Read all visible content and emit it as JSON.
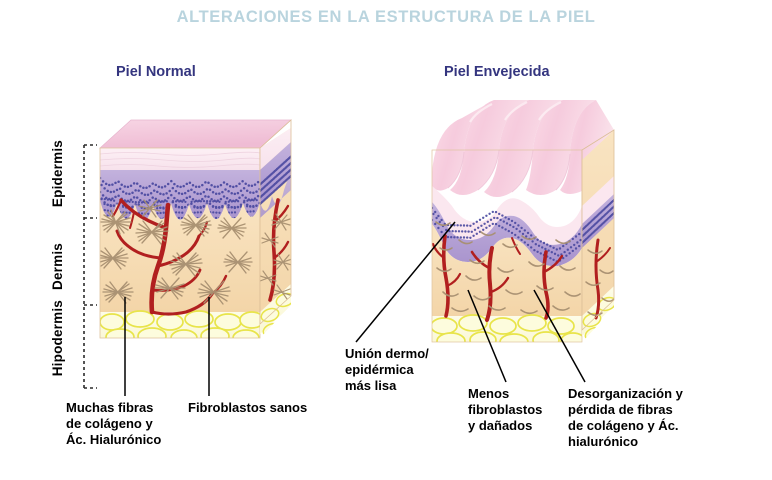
{
  "title": "ALTERACIONES EN LA ESTRUCTURA DE LA PIEL",
  "panels": {
    "normal": {
      "label": "Piel Normal"
    },
    "aged": {
      "label": "Piel Envejecida"
    }
  },
  "layer_labels": [
    {
      "name": "epidermis",
      "label": "Epidermis"
    },
    {
      "name": "dermis",
      "label": "Dermis"
    },
    {
      "name": "hipodermis",
      "label": "Hipodermis"
    }
  ],
  "captions": {
    "colageno": "Muchas fibras\nde colágeno y\nÁc. Hialurónico",
    "fibroblastos": "Fibroblastos sanos",
    "union": "Unión dermo/\nepidérmica\nmás lisa",
    "menos": "Menos\nfibroblastos\ny dañados",
    "desorganizacion": "Desorganización y\npérdida de fibras\nde colágeno y Ác.\nhialurónico"
  },
  "colors": {
    "title": "#b9d4de",
    "subtitle": "#34357f",
    "caption": "#000000",
    "surface_pink": "#f4c9dc",
    "stratum_corneum": "#fbe7ef",
    "epidermis": "#b7a4d4",
    "basal_dots": "#4a49a0",
    "dermis": "#f6ddb4",
    "dermis_side": "#e9c89a",
    "hypodermis": "#fcfbe2",
    "fat_outline": "#e8e44a",
    "vessel": "#b11f1f",
    "fiber": "#b09a7e",
    "leader_line": "#000000"
  },
  "diagrams": {
    "normal": {
      "description": "Bloque 3D de piel normal: unión dermo-epidérmica ondulada, fibras de colágeno densas, red vascular ramificada",
      "fiber_bundles": 11,
      "wavy_junction": true
    },
    "aged": {
      "description": "Bloque 3D de piel envejecida: dos arrugas profundas, unión dermo-epidérmica lisa, fibras escasas y fragmentadas",
      "wrinkles": 2,
      "fiber_fragments": 22,
      "wavy_junction": false
    }
  }
}
